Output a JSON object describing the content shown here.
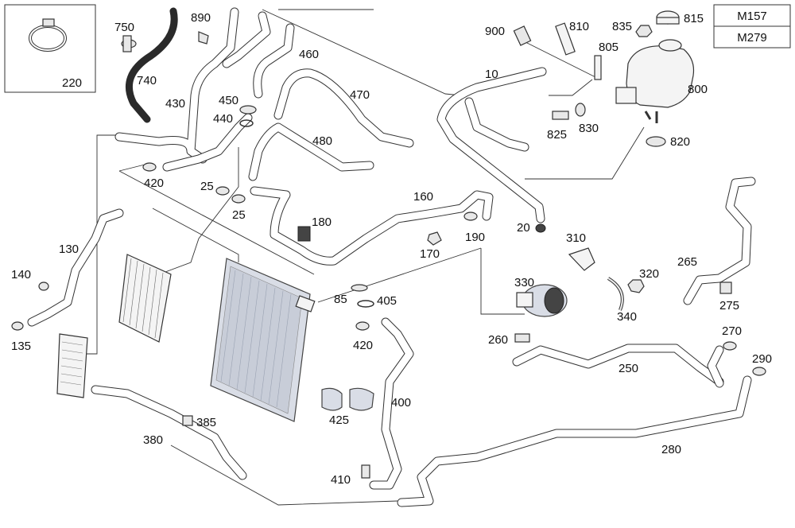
{
  "variants": [
    "M157",
    "M279"
  ],
  "labels": {
    "p10": "10",
    "p20": "20",
    "p25a": "25",
    "p25b": "25",
    "p85": "85",
    "p130": "130",
    "p135": "135",
    "p140": "140",
    "p160": "160",
    "p170": "170",
    "p180": "180",
    "p190": "190",
    "p220": "220",
    "p250": "250",
    "p260": "260",
    "p265": "265",
    "p270": "270",
    "p275": "275",
    "p280": "280",
    "p290": "290",
    "p310": "310",
    "p320": "320",
    "p330": "330",
    "p340": "340",
    "p380": "380",
    "p385": "385",
    "p400": "400",
    "p405": "405",
    "p410": "410",
    "p420a": "420",
    "p420b": "420",
    "p425": "425",
    "p430": "430",
    "p440": "440",
    "p450": "450",
    "p460": "460",
    "p470": "470",
    "p480": "480",
    "p740": "740",
    "p750": "750",
    "p800": "800",
    "p805": "805",
    "p810": "810",
    "p815": "815",
    "p820": "820",
    "p825": "825",
    "p830": "830",
    "p835": "835",
    "p890": "890",
    "p900": "900"
  }
}
